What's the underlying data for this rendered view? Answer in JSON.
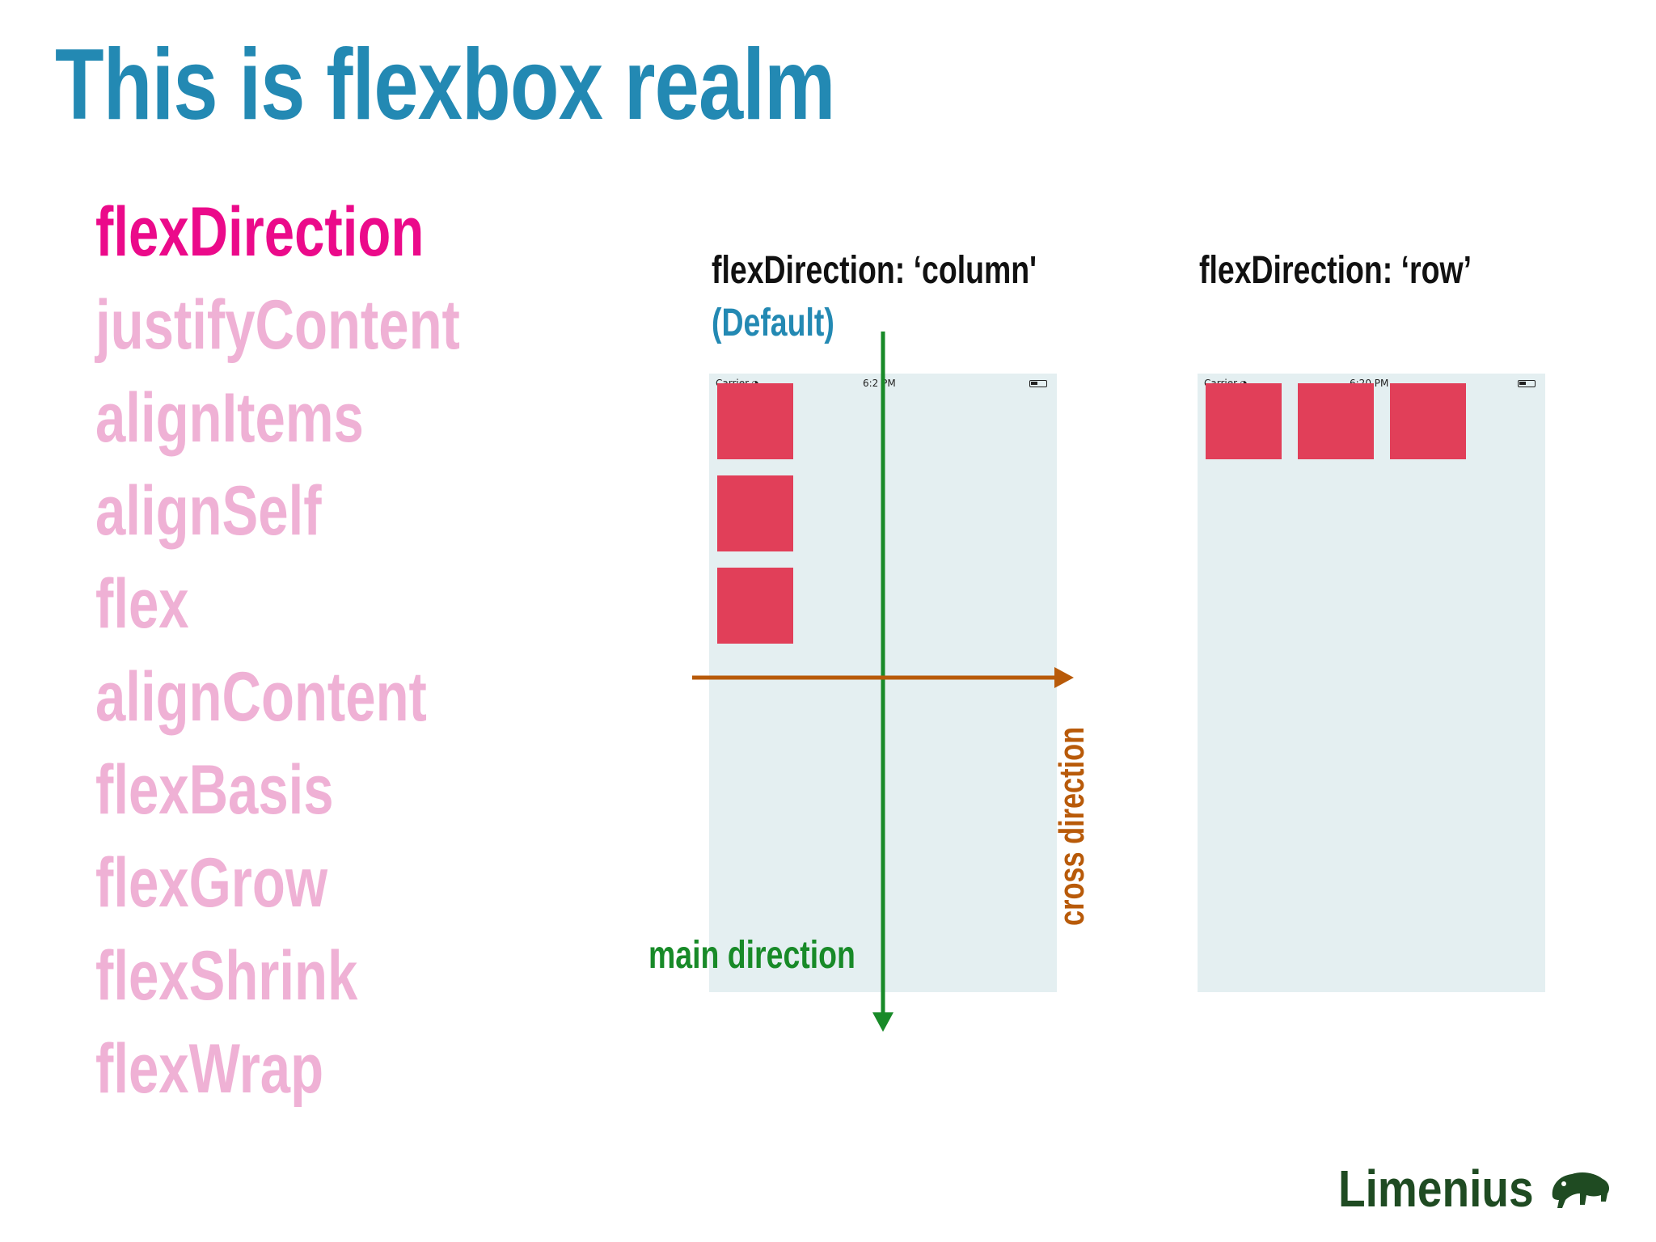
{
  "slide": {
    "title": "This is flexbox realm",
    "properties": [
      {
        "label": "flexDirection",
        "active": true
      },
      {
        "label": "justifyContent",
        "active": false
      },
      {
        "label": "alignItems",
        "active": false
      },
      {
        "label": "alignSelf",
        "active": false
      },
      {
        "label": "flex",
        "active": false
      },
      {
        "label": "alignContent",
        "active": false
      },
      {
        "label": "flexBasis",
        "active": false
      },
      {
        "label": "flexGrow",
        "active": false
      },
      {
        "label": "flexShrink",
        "active": false
      },
      {
        "label": "flexWrap",
        "active": false
      }
    ]
  },
  "column_example": {
    "title": "flexDirection: ‘column'",
    "subtitle": "(Default)",
    "status_left": "Carrier",
    "status_time": "6:2  PM",
    "main_axis_label": "main direction",
    "cross_axis_label": "cross direction"
  },
  "row_example": {
    "title": "flexDirection: ‘row’",
    "status_left": "Carrier",
    "status_time": "6:20 PM"
  },
  "logo": {
    "text": "Limenius",
    "icon": "bison-icon"
  },
  "colors": {
    "title": "#2389b3",
    "active_property": "#eb0a8a",
    "inactive_property": "#efb1d5",
    "box": "#e13f59",
    "phone_bg": "#e4eff1",
    "main_axis": "#188a28",
    "cross_axis": "#b85a09",
    "logo": "#1f4b22"
  }
}
